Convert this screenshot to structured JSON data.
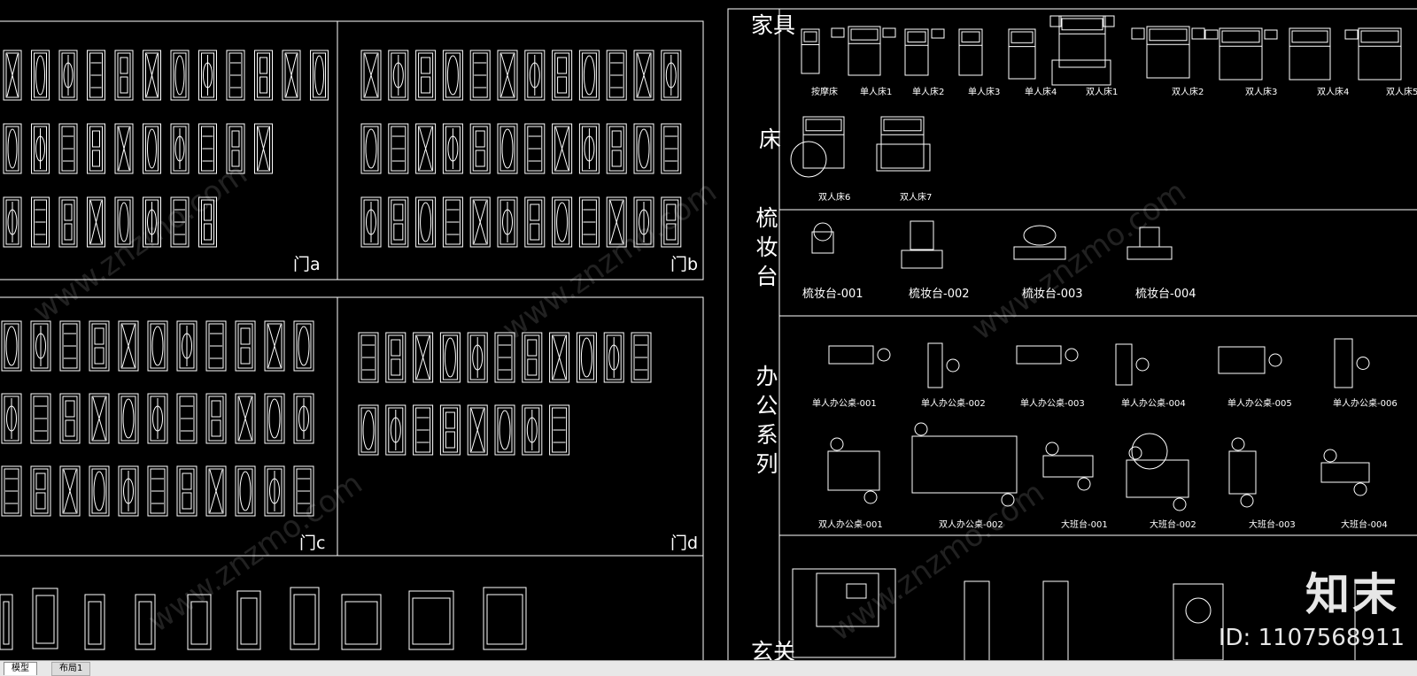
{
  "categories": {
    "furniture": "家具",
    "bed": "床",
    "dresser": "梳妆台",
    "office": "办公系列",
    "entrance": "玄关"
  },
  "door_groups": [
    "门a",
    "门b",
    "门c",
    "门d"
  ],
  "beds": [
    "按摩床",
    "单人床1",
    "单人床2",
    "单人床3",
    "单人床4",
    "双人床1",
    "双人床2",
    "双人床3",
    "双人床4",
    "双人床5",
    "双人床6",
    "双人床7"
  ],
  "dressers": [
    "梳妆台-001",
    "梳妆台-002",
    "梳妆台-003",
    "梳妆台-004"
  ],
  "office_row1": [
    "单人办公桌-001",
    "单人办公桌-002",
    "单人办公桌-003",
    "单人办公桌-004",
    "单人办公桌-005",
    "单人办公桌-006"
  ],
  "office_row2": [
    "双人办公桌-001",
    "双人办公桌-002",
    "大班台-001",
    "大班台-002",
    "大班台-003",
    "大班台-004"
  ],
  "watermark": "www.znzmo.com",
  "brand": {
    "logo": "知末",
    "id": "ID: 1107568911"
  },
  "tabs": [
    {
      "label": "模型",
      "active": true
    },
    {
      "label": "布局1",
      "active": false
    }
  ],
  "colors": {
    "background": "#000000",
    "lines": "#ffffff",
    "tabbar": "#e8e8e8"
  }
}
